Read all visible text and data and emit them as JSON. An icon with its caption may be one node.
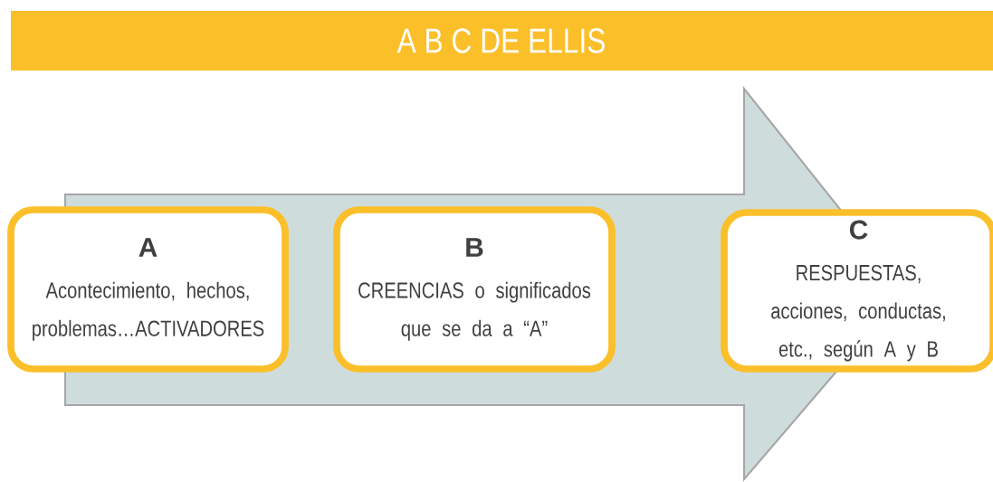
{
  "diagram": {
    "title": "A B C DE ELLIS",
    "nodes": [
      {
        "text": [
          "A",
          "Acontecimiento, hechos, problemas…ACTIVADORES"
        ]
      },
      {
        "text": [
          "B",
          "CREENCIAS o significados que se da a “A”"
        ]
      },
      {
        "text": [
          "C",
          "RESPUESTAS, acciones, conductas, etc., según A y B"
        ]
      }
    ],
    "edges": [
      {
        "from": 0,
        "to": 2,
        "arrow": "to"
      }
    ]
  }
}
